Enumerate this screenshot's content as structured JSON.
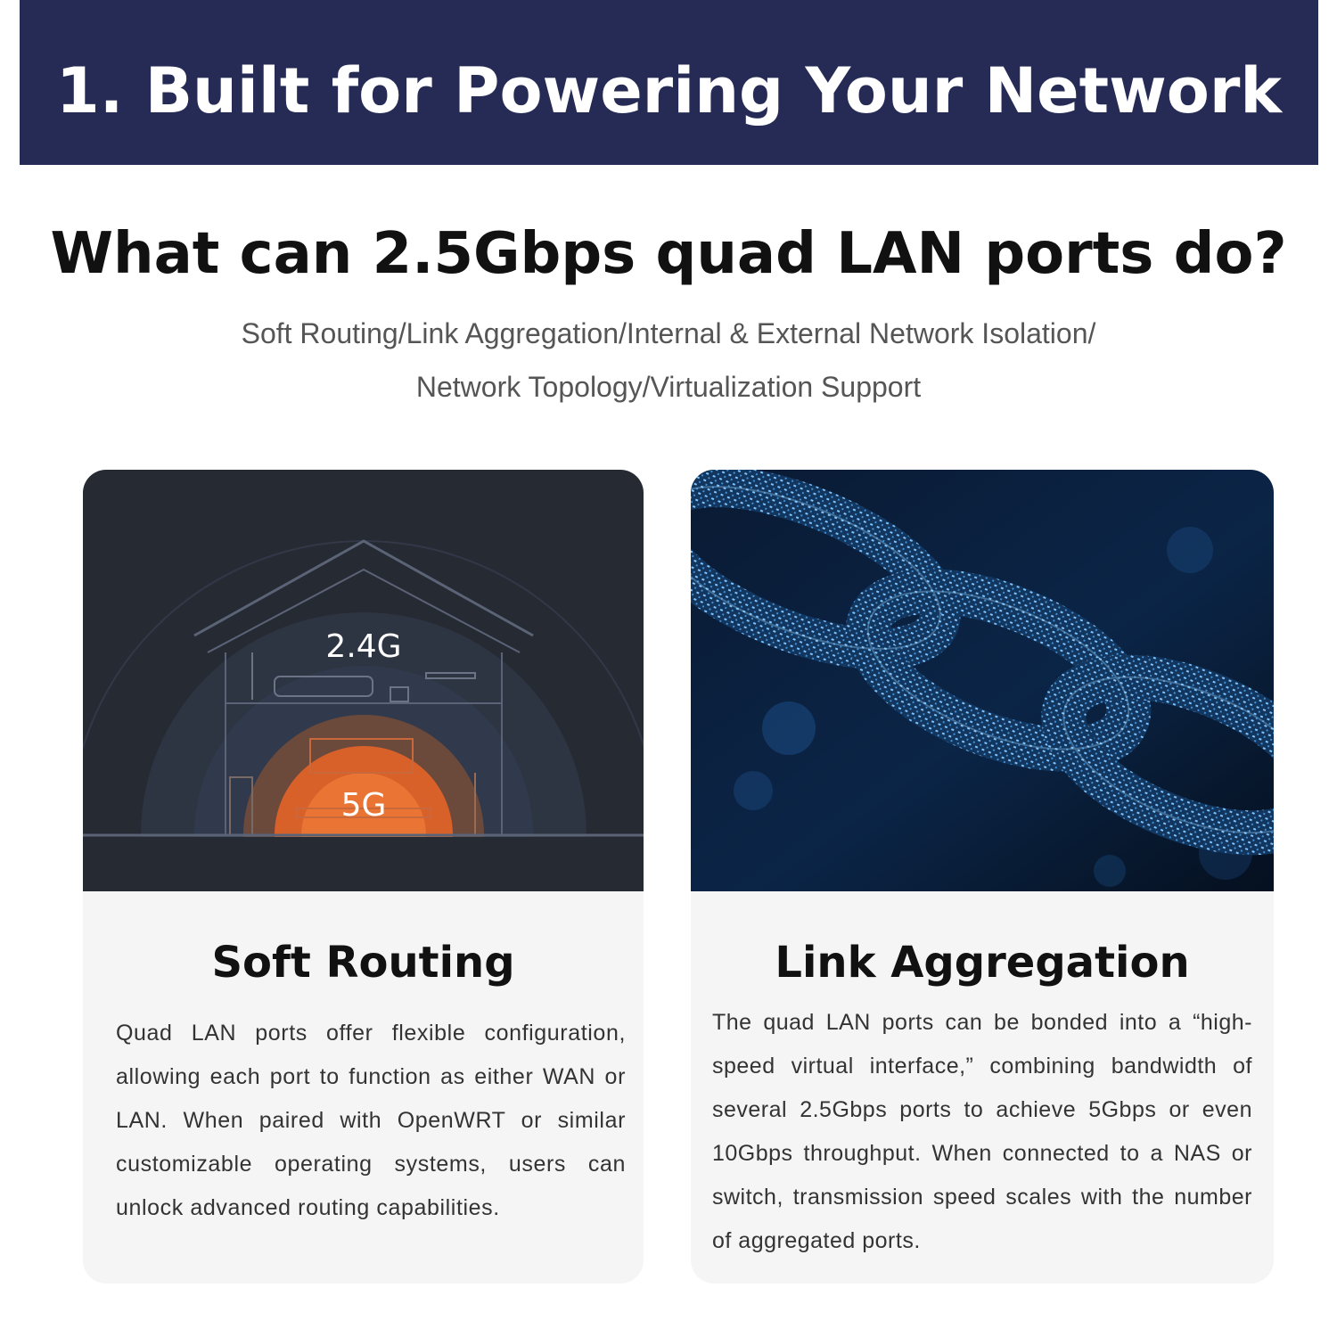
{
  "banner": {
    "title": "1. Built for Powering Your Network"
  },
  "headline": "What can 2.5Gbps quad LAN ports do?",
  "subheadline": {
    "line1": "Soft Routing/Link Aggregation/Internal & External Network Isolation/",
    "line2": "Network Topology/Virtualization Support"
  },
  "cards": [
    {
      "title": "Soft Routing",
      "image": {
        "band_outer": "2.4G",
        "band_inner": "5G"
      },
      "body": "Quad LAN ports offer flexible configuration, allowing each port to function as either WAN or LAN. When paired with OpenWRT or similar customizable operating systems, users can unlock advanced routing capabilities."
    },
    {
      "title": "Link Aggregation",
      "body": "The quad LAN ports can be bonded into a “high-speed virtual interface,” combining bandwidth of several 2.5Gbps ports to achieve 5Gbps or even 10Gbps throughput. When connected to a NAS or switch, transmission speed scales with the number of aggregated ports."
    }
  ],
  "colors": {
    "banner_bg": "#262b55",
    "card_bg": "#f5f5f5",
    "signal_orange": "#e8692a",
    "chain_blue": "#3a8fd8"
  }
}
